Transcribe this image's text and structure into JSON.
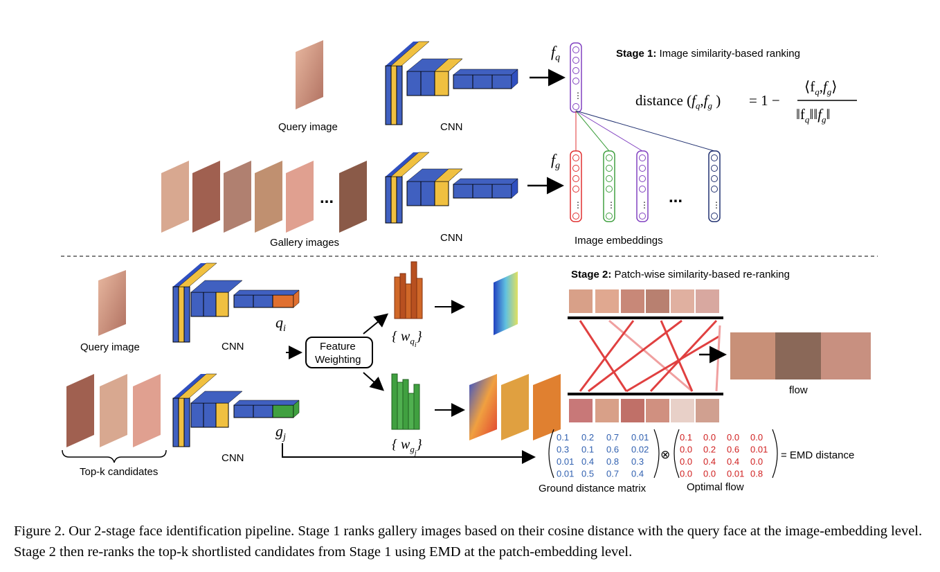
{
  "stage1": {
    "title_bold": "Stage 1:",
    "title_rest": " Image similarity-based ranking",
    "query_label": "Query image",
    "cnn_label_1": "CNN",
    "cnn_label_2": "CNN",
    "gallery_label": "Gallery images",
    "embeddings_label": "Image embeddings",
    "fq": "f",
    "fq_sub": "q",
    "fg": "f",
    "fg_sub": "g",
    "ellipsis": "...",
    "formula_word": "distance",
    "formula_eq": "= 1  −",
    "formula_num": "⟨f",
    "formula_den": "‖f"
  },
  "stage2": {
    "title_bold": "Stage 2:",
    "title_rest": " Patch-wise similarity-based re-ranking",
    "query_label": "Query image",
    "cnn_label_1": "CNN",
    "cnn_label_2": "CNN",
    "topk_label": "Top-k candidates",
    "feature_weighting_1": "Feature",
    "feature_weighting_2": "Weighting",
    "qi": "q",
    "qi_sub": "i",
    "gj": "g",
    "gj_sub": "j",
    "wq": "{ w",
    "wq_sub": "q",
    "wq_subsub": "i",
    "wg": "{ w",
    "wg_sub": "g",
    "wg_subsub": "j",
    "flow_label": "flow",
    "ground_label": "Ground distance matrix",
    "optimal_label": "Optimal flow",
    "emd_label": "=  EMD distance",
    "otimes": "⊗",
    "ground_matrix": [
      [
        "0.1",
        "0.2",
        "0.7",
        "0.01"
      ],
      [
        "0.3",
        "0.1",
        "0.6",
        "0.02"
      ],
      [
        "0.01",
        "0.4",
        "0.8",
        "0.3"
      ],
      [
        "0.01",
        "0.5",
        "0.7",
        "0.4"
      ]
    ],
    "flow_matrix": [
      [
        "0.1",
        "0.0",
        "0.0",
        "0.0"
      ],
      [
        "0.0",
        "0.2",
        "0.6",
        "0.01"
      ],
      [
        "0.0",
        "0.4",
        "0.4",
        "0.0"
      ],
      [
        "0.0",
        "0.0",
        "0.01",
        "0.8"
      ]
    ]
  },
  "caption": "Figure 2.  Our 2-stage face identification pipeline.  Stage 1 ranks gallery images based on their cosine distance with the query face at the image-embedding level.  Stage 2 then re-ranks the top-k shortlisted candidates from Stage 1 using EMD at the patch-embedding level.",
  "colors": {
    "blue": "#4060c0",
    "yellow": "#f0c040",
    "orange": "#e07030",
    "green": "#40a040",
    "red": "#e03030",
    "purple": "#8040c0",
    "navy": "#203070",
    "matrix_blue": "#3060b0",
    "matrix_red": "#d02020"
  }
}
